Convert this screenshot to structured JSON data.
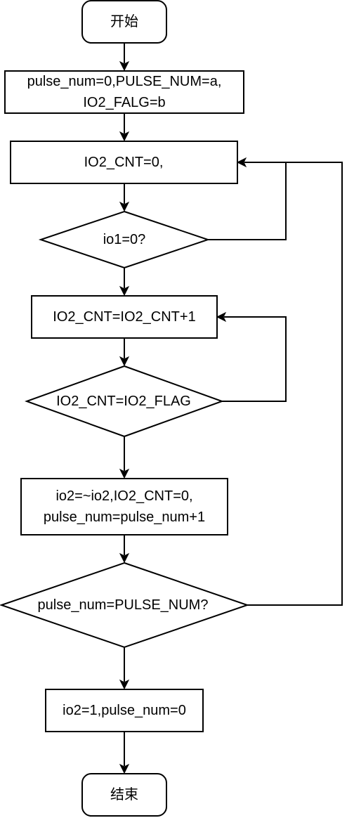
{
  "flowchart": {
    "start": "开始",
    "init_line1": "pulse_num=0,PULSE_NUM=a,",
    "init_line2": "IO2_FALG=b",
    "reset_cnt": "IO2_CNT=0,",
    "check_io1": "io1=0?",
    "increment": "IO2_CNT=IO2_CNT+1",
    "check_flag": "IO2_CNT=IO2_FLAG",
    "toggle_line1": "io2=~io2,IO2_CNT=0,",
    "toggle_line2": "pulse_num=pulse_num+1",
    "check_pulse": "pulse_num=PULSE_NUM?",
    "finalize": "io2=1,pulse_num=0",
    "end": "结束"
  }
}
